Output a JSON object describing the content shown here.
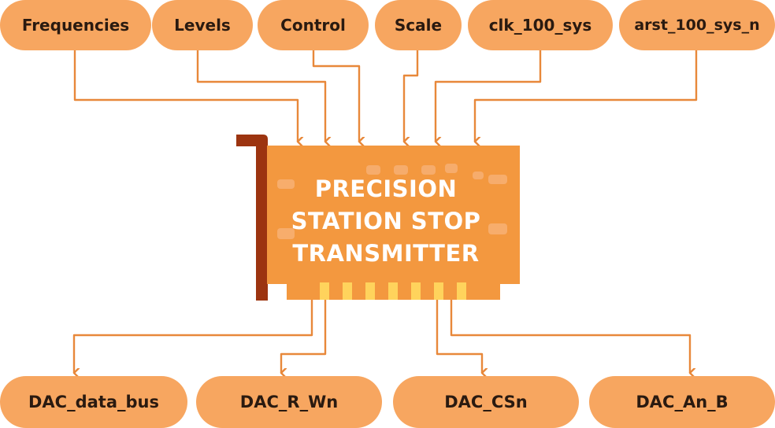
{
  "inputs": [
    {
      "label": "Frequencies"
    },
    {
      "label": "Levels"
    },
    {
      "label": "Control"
    },
    {
      "label": "Scale"
    },
    {
      "label": "clk_100_sys"
    },
    {
      "label": "arst_100_sys_n"
    }
  ],
  "outputs": [
    {
      "label": "DAC_data_bus"
    },
    {
      "label": "DAC_R_Wn"
    },
    {
      "label": "DAC_CSn"
    },
    {
      "label": "DAC_An_B"
    }
  ],
  "chip": {
    "title_lines": [
      "PRECISION",
      "STATION STOP",
      "TRANSMITTER"
    ]
  },
  "colors": {
    "pill": "#f7a660",
    "chip_body": "#f3983f",
    "bracket": "#9c3410",
    "wire": "#e8883a",
    "pin": "#ffd35c",
    "text_dark": "#2a1a10",
    "text_light": "#ffffff"
  }
}
